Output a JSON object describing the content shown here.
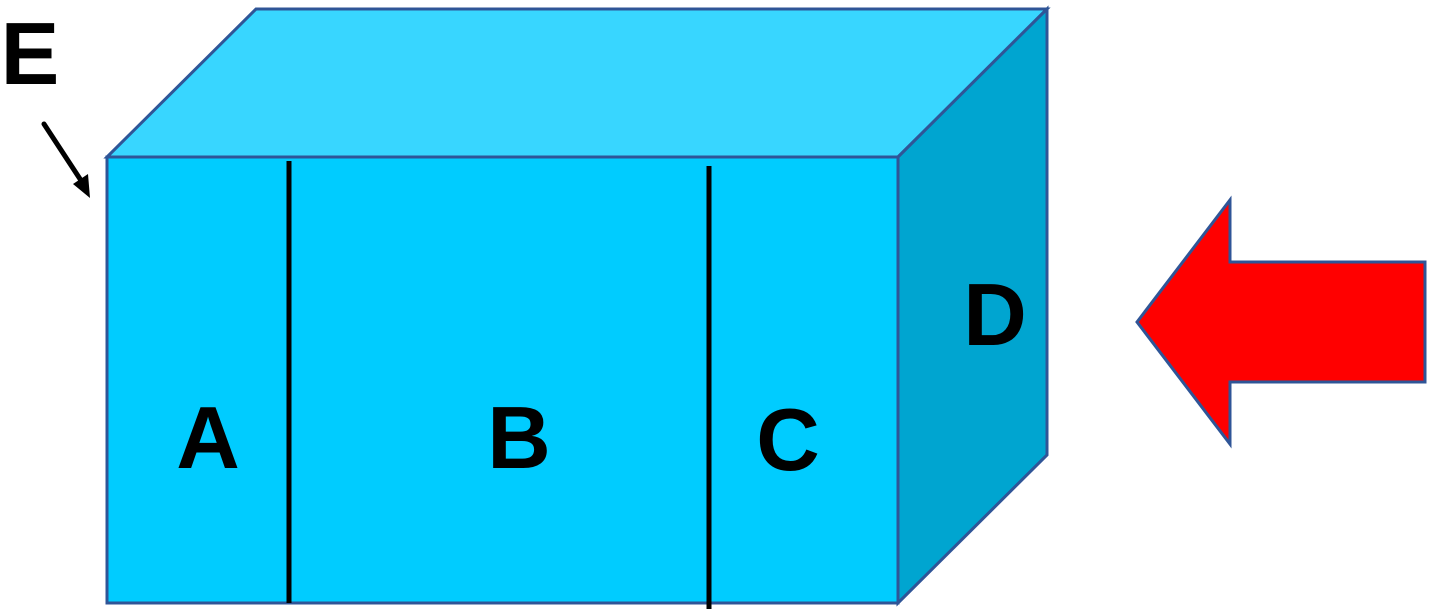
{
  "labels": {
    "a": "A",
    "b": "B",
    "c": "C",
    "d": "D",
    "e": "E"
  },
  "colors": {
    "front_face": "#00ccff",
    "top_face": "#38d6ff",
    "side_face": "#00a5d0",
    "edge": "#2f5597",
    "divider": "#000000",
    "arrow_fill": "#ff0000",
    "arrow_stroke": "#2f5597"
  },
  "icons": {
    "pointer": "diagonal-arrow-icon",
    "force": "left-arrow-icon"
  }
}
